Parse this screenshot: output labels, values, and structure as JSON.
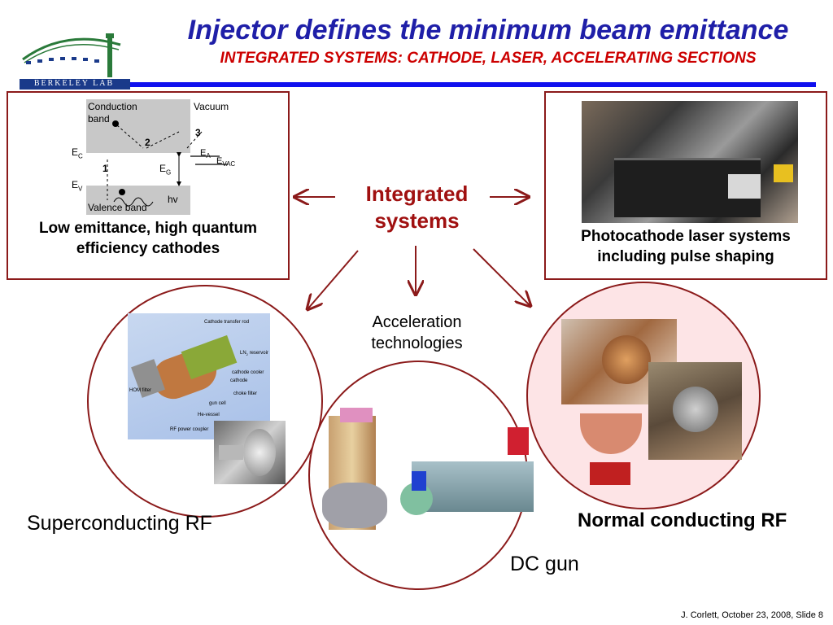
{
  "header": {
    "title": "Injector defines the minimum beam emittance",
    "subtitle": "INTEGRATED SYSTEMS: CATHODE, LASER, ACCELERATING SECTIONS",
    "logo_text": "BERKELEY LAB"
  },
  "center": {
    "label_line1": "Integrated",
    "label_line2": "systems",
    "acceleration_line1": "Acceleration",
    "acceleration_line2": "technologies"
  },
  "cathode_panel": {
    "caption_line1": "Low emittance, high quantum",
    "caption_line2": "efficiency cathodes",
    "diagram": {
      "conduction_band": "Conduction band",
      "valence_band": "Valence band",
      "vacuum": "Vacuum",
      "ec": "E",
      "ec_sub": "C",
      "ev": "E",
      "ev_sub": "V",
      "eg": "E",
      "eg_sub": "G",
      "ea": "E",
      "ea_sub": "A",
      "evac": "E",
      "evac_sub": "VAC",
      "hv": "hv",
      "step1": "1",
      "step2": "2",
      "step3": "3"
    }
  },
  "laser_panel": {
    "caption_line1": "Photocathode laser systems",
    "caption_line2": "including pulse shaping"
  },
  "circles": {
    "superconducting": "Superconducting RF",
    "dc_gun": "DC gun",
    "normal_conducting": "Normal conducting RF",
    "src_labels": [
      "Cathode transfer rod",
      "LN",
      "reservoir",
      "cathode cooler",
      "cathode",
      "choke filter",
      "HOM filter",
      "gun cell",
      "He-vessel",
      "RF power coupler"
    ]
  },
  "footer": "J. Corlett, October 23, 2008, Slide 8",
  "colors": {
    "title": "#1f1fa8",
    "subtitle": "#cc0000",
    "border": "#8b1a1a",
    "rule": "#1010ee"
  }
}
